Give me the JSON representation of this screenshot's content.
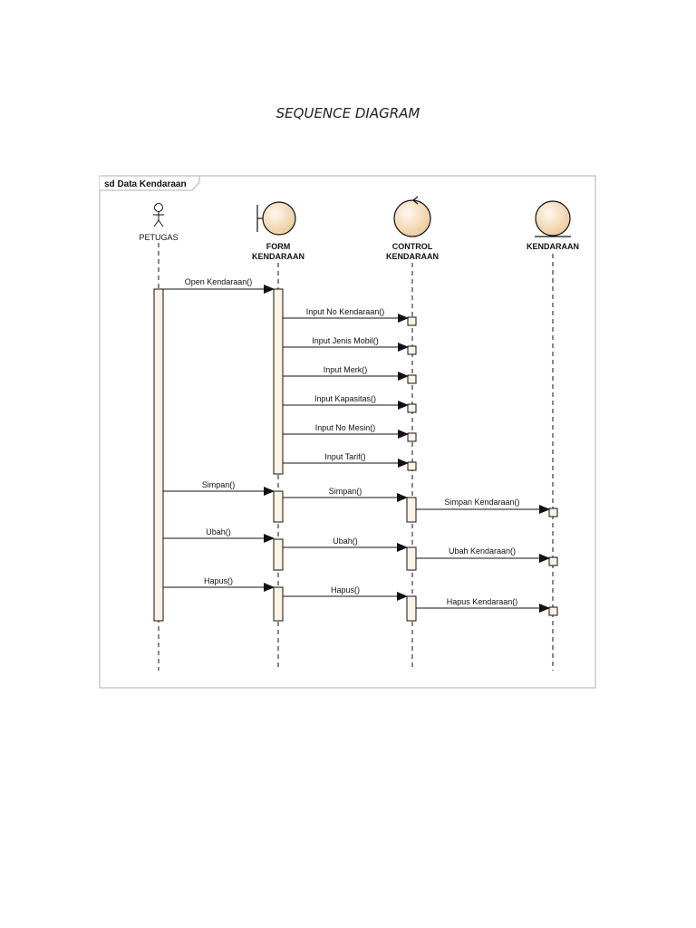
{
  "document": {
    "title": "SEQUENCE DIAGRAM"
  },
  "frame": {
    "label": "sd Data Kendaraan"
  },
  "colors": {
    "activation_fill": "#fdf2e6",
    "lifeline_fill": "#f8e2c8",
    "stroke": "#111111",
    "frame_border": "#b0b0b0"
  },
  "participants": [
    {
      "id": "petugas",
      "kind": "actor",
      "icon": "actor-icon",
      "label": [
        "PETUGAS"
      ]
    },
    {
      "id": "form",
      "kind": "boundary",
      "icon": "boundary-icon",
      "label": [
        "FORM",
        "KENDARAAN"
      ]
    },
    {
      "id": "control",
      "kind": "control",
      "icon": "control-icon",
      "label": [
        "CONTROL",
        "KENDARAAN"
      ]
    },
    {
      "id": "entity",
      "kind": "entity",
      "icon": "entity-icon",
      "label": [
        "KENDARAAN"
      ]
    }
  ],
  "messages": [
    {
      "from": "petugas",
      "to": "form",
      "label": "Open Kendaraan()"
    },
    {
      "from": "form",
      "to": "control",
      "label": "Input No Kendaraan()"
    },
    {
      "from": "form",
      "to": "control",
      "label": "Input Jenis Mobil()"
    },
    {
      "from": "form",
      "to": "control",
      "label": "Input Merk()"
    },
    {
      "from": "form",
      "to": "control",
      "label": "Input Kapasitas()"
    },
    {
      "from": "form",
      "to": "control",
      "label": "Input No Mesin()"
    },
    {
      "from": "form",
      "to": "control",
      "label": "Input Tarif()"
    },
    {
      "from": "petugas",
      "to": "form",
      "label": "Simpan()"
    },
    {
      "from": "form",
      "to": "control",
      "label": "Simpan()"
    },
    {
      "from": "control",
      "to": "entity",
      "label": "Simpan Kendaraan()"
    },
    {
      "from": "petugas",
      "to": "form",
      "label": "Ubah()"
    },
    {
      "from": "form",
      "to": "control",
      "label": "Ubah()"
    },
    {
      "from": "control",
      "to": "entity",
      "label": "Ubah Kendaraan()"
    },
    {
      "from": "petugas",
      "to": "form",
      "label": "Hapus()"
    },
    {
      "from": "form",
      "to": "control",
      "label": "Hapus()"
    },
    {
      "from": "control",
      "to": "entity",
      "label": "Hapus Kendaraan()"
    }
  ]
}
